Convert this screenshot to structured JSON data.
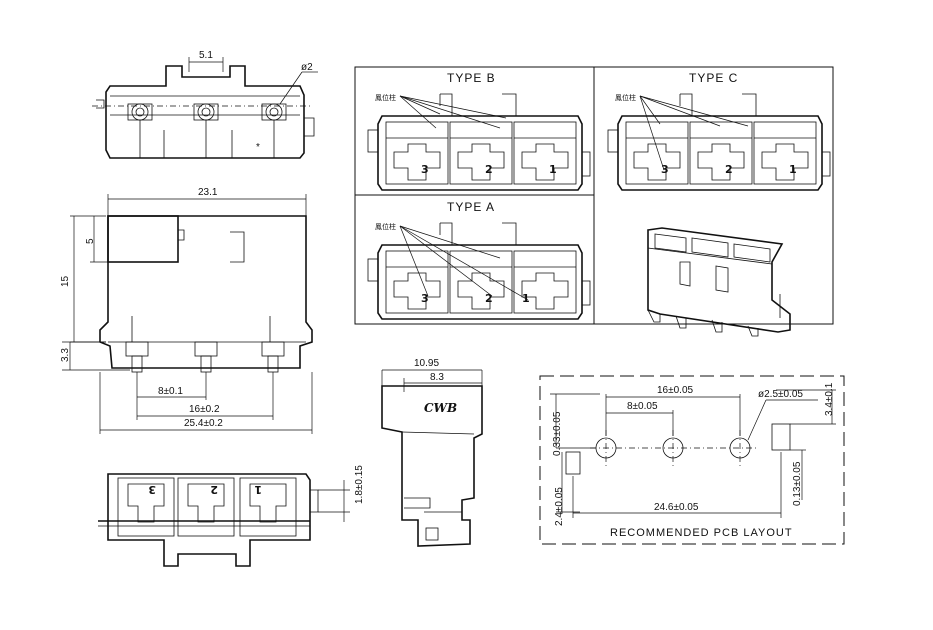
{
  "top_view": {
    "pin_pitch": "5.1",
    "hole_dia": "ø2",
    "mark": "*"
  },
  "front_view": {
    "overall_width": "23.1",
    "height": "15",
    "upper_height": "5",
    "standoff": "3.3",
    "pitch": "8±0.1",
    "pin_span": "16±0.2",
    "base_width": "25.4±0.2"
  },
  "bottom_view": {
    "numbers": [
      "3",
      "2",
      "1"
    ],
    "side_dim": "1.8±0.15"
  },
  "side_view": {
    "depth": "10.95",
    "inner": "8.3",
    "brand": "CWB"
  },
  "types": [
    {
      "label": "TYPE B",
      "note": "鳳位柱",
      "numbers": [
        "3",
        "2",
        "1"
      ]
    },
    {
      "label": "TYPE C",
      "note": "鳳位柱",
      "numbers": [
        "3",
        "2",
        "1"
      ]
    },
    {
      "label": "TYPE A",
      "note": "鳳位柱",
      "numbers": [
        "3",
        "2",
        "1"
      ]
    }
  ],
  "pcb_layout": {
    "title": "RECOMMENDED PCB LAYOUT",
    "span": "16±0.05",
    "pitch": "8±0.05",
    "hole": "ø2.5±0.05",
    "right_height": "3.4±0.1",
    "left_top": "0.33±0.05",
    "left_bottom": "2.4±0.05",
    "right_low": "0.13±0.05",
    "pad_span": "24.6±0.05"
  }
}
